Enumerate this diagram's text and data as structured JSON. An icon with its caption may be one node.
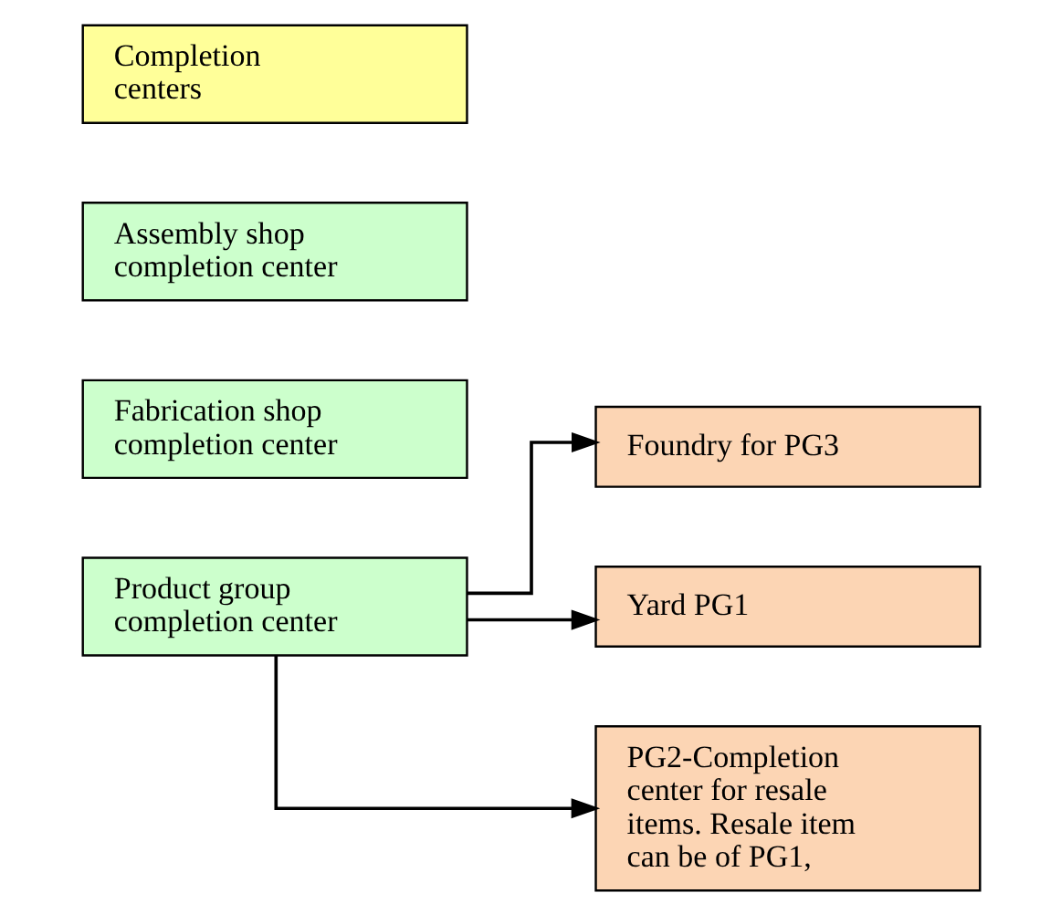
{
  "diagram": {
    "nodes": [
      {
        "text": [
          "Completion centers"
        ]
      },
      {
        "text": [
          "Assembly shop completion center"
        ]
      },
      {
        "text": [
          "Fabrication shop completion center"
        ]
      },
      {
        "text": [
          "Product group completion center"
        ]
      },
      {
        "text": [
          "Foundry for PG3"
        ]
      },
      {
        "text": [
          "Yard PG1"
        ]
      },
      {
        "text": [
          "PG2-Completion center for resale items. Resale item can be of PG1,"
        ]
      }
    ],
    "edges": [
      {
        "from": 3,
        "to": 4,
        "arrow": "to"
      },
      {
        "from": 3,
        "to": 5,
        "arrow": "to"
      },
      {
        "from": 3,
        "to": 6,
        "arrow": "to"
      }
    ]
  }
}
